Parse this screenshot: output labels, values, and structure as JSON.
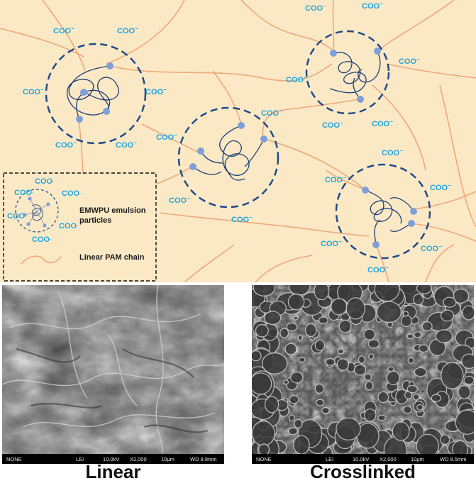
{
  "charge_label": "COO",
  "charge_sup": "−",
  "legend": {
    "particle_label_line1": "EMWPU emulsion",
    "particle_label_line2": "particles",
    "chain_label": "Linear PAM chain"
  },
  "sem_left": {
    "caption": "Linear",
    "bar": {
      "detector": "NONE",
      "mode": "LEI",
      "voltage": "10.0kV",
      "magnification": "X2,000",
      "scale": "10μm",
      "wd": "WD 8.8mm"
    }
  },
  "sem_right": {
    "caption": "Crosslinked",
    "bar": {
      "detector": "NONE",
      "mode": "LEI",
      "voltage": "10.0kV",
      "magnification": "X2,000",
      "scale": "10μm",
      "wd": "WD 8.5mm"
    }
  },
  "colors": {
    "background": "#fbe9c6",
    "chain": "#f0a878",
    "particle_ring": "#1f4b8a",
    "coil": "#1c3d78",
    "node": "#7f9fd9",
    "charge_text": "#20a6e0"
  }
}
